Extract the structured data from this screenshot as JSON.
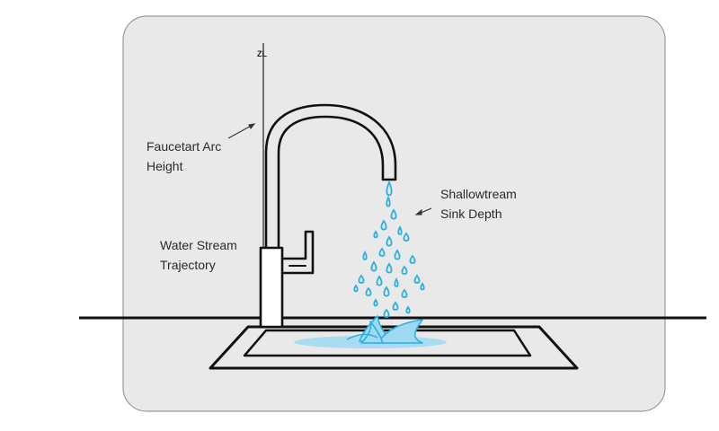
{
  "labels": {
    "axis_tag": "ZL",
    "faucet_arc": {
      "line1": "Faucetart Arc",
      "line2": "Height"
    },
    "water_stream": {
      "line1": "Water Stream",
      "line2": "Trajectory"
    },
    "sink_depth": {
      "line1": "Shallowtream",
      "line2": "Sink Depth"
    }
  },
  "colors": {
    "panel": "#e9e9e9",
    "panel_border": "#9a9a9a",
    "outline": "#111111",
    "water": "#2ab0e0",
    "water_fill": "#a9dcf2"
  }
}
